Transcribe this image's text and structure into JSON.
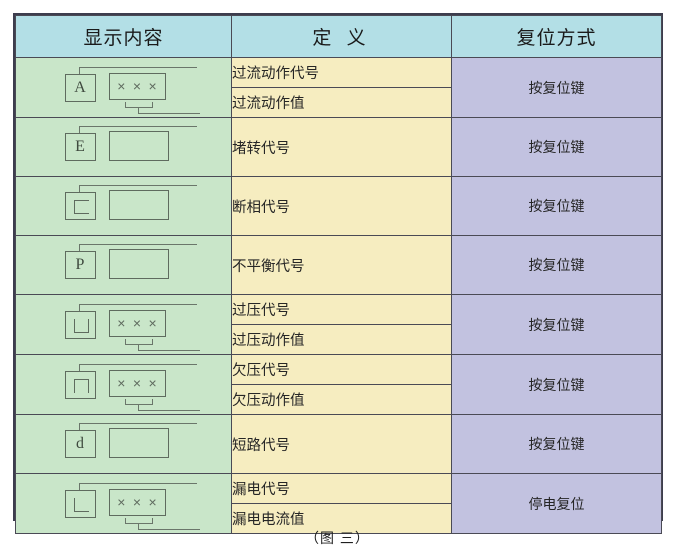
{
  "figure": {
    "caption": "（图 三）"
  },
  "table": {
    "headers": {
      "display": "显示内容",
      "definition": "定 义",
      "reset": "复位方式"
    },
    "rows": [
      {
        "code": "A",
        "code_kind": "letter",
        "has_value_box": true,
        "value_marks": [
          "×",
          "×",
          "×"
        ],
        "definitions": [
          "过流动作代号",
          "过流动作值"
        ],
        "reset": "按复位键"
      },
      {
        "code": "E",
        "code_kind": "letter",
        "has_value_box": false,
        "value_marks": [],
        "definitions": [
          "堵转代号"
        ],
        "reset": "按复位键"
      },
      {
        "code": "⊏",
        "code_kind": "bracket-c",
        "has_value_box": false,
        "value_marks": [],
        "definitions": [
          "断相代号"
        ],
        "reset": "按复位键"
      },
      {
        "code": "P",
        "code_kind": "letter",
        "has_value_box": false,
        "value_marks": [],
        "definitions": [
          "不平衡代号"
        ],
        "reset": "按复位键"
      },
      {
        "code": "⊔",
        "code_kind": "bracket-u",
        "has_value_box": true,
        "value_marks": [
          "×",
          "×",
          "×"
        ],
        "definitions": [
          "过压代号",
          "过压动作值"
        ],
        "reset": "按复位键"
      },
      {
        "code": "⊓",
        "code_kind": "bracket-n",
        "has_value_box": true,
        "value_marks": [
          "×",
          "×",
          "×"
        ],
        "definitions": [
          "欠压代号",
          "欠压动作值"
        ],
        "reset": "按复位键"
      },
      {
        "code": "d",
        "code_kind": "letter",
        "has_value_box": false,
        "value_marks": [],
        "definitions": [
          "短路代号"
        ],
        "reset": "按复位键"
      },
      {
        "code": "L",
        "code_kind": "bracket-l",
        "has_value_box": true,
        "value_marks": [
          "×",
          "×",
          "×"
        ],
        "definitions": [
          "漏电代号",
          "漏电电流值"
        ],
        "reset": "停电复位"
      }
    ]
  },
  "colors": {
    "header_bg": "#b3dfe6",
    "display_bg": "#c9e6c9",
    "definition_bg": "#f6edc0",
    "reset_bg": "#c2c2e0",
    "border": "#4a4a55",
    "outer_border": "#3d3d4e"
  }
}
